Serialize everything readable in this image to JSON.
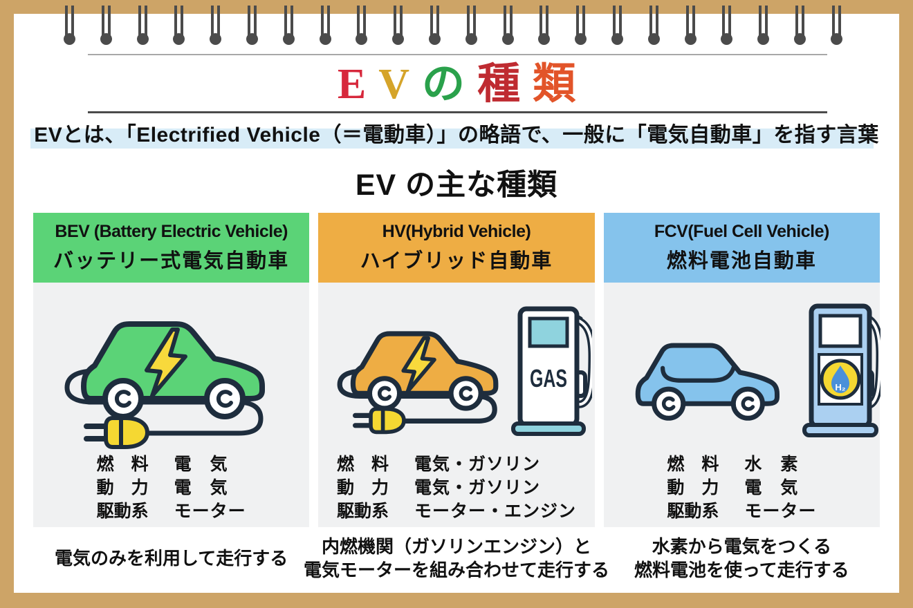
{
  "title": {
    "chars": [
      {
        "text": "E",
        "color": "#d7283c"
      },
      {
        "text": "V",
        "color": "#d5a42a"
      },
      {
        "text": "の",
        "color": "#2aa14b"
      },
      {
        "text": "種",
        "color": "#bf2b31"
      },
      {
        "text": "類",
        "color": "#e25429"
      }
    ]
  },
  "subtitle": {
    "text": "EVとは、「Electrified Vehicle（＝電動車）」の略語で、一般に「電気自動車」を指す言葉",
    "highlight_color": "#d8ecf7"
  },
  "heading": "EV の主な種類",
  "columns": [
    {
      "key": "bev",
      "name_en": "BEV (Battery Electric Vehicle)",
      "name_ja": "バッテリー式電気自動車",
      "color": "#5bd377",
      "illustration": "green-electric-car-with-charging-plug",
      "specs": [
        {
          "label": "燃　料",
          "value": "電　気"
        },
        {
          "label": "動　力",
          "value": "電　気"
        },
        {
          "label": "駆動系",
          "value": "モーター"
        }
      ],
      "description_lines": [
        "電気のみを利用して走行する"
      ]
    },
    {
      "key": "hv",
      "name_en": "HV(Hybrid Vehicle)",
      "name_ja": "ハイブリッド自動車",
      "color": "#eead44",
      "illustration": "orange-hybrid-car-with-plug-and-gas-pump",
      "pump_label": "GAS",
      "specs": [
        {
          "label": "燃　料",
          "value": "電気・ガソリン"
        },
        {
          "label": "動　力",
          "value": "電気・ガソリン"
        },
        {
          "label": "駆動系",
          "value": "モーター・エンジン"
        }
      ],
      "description_lines": [
        "内燃機関（ガソリンエンジン）と",
        "電気モーターを組み合わせて走行する"
      ]
    },
    {
      "key": "fcv",
      "name_en": "FCV(Fuel Cell Vehicle)",
      "name_ja": "燃料電池自動車",
      "color": "#85c3ec",
      "illustration": "blue-fuel-cell-car-with-hydrogen-pump",
      "pump_label": "H₂",
      "specs": [
        {
          "label": "燃　料",
          "value": "水　素"
        },
        {
          "label": "動　力",
          "value": "電　気"
        },
        {
          "label": "駆動系",
          "value": "モーター"
        }
      ],
      "description_lines": [
        "水素から電気をつくる",
        "燃料電池を使って走行する"
      ]
    }
  ],
  "colors": {
    "notebook_border": "#cda467",
    "outline_navy": "#1e2d3d",
    "bolt_yellow": "#f8d93c",
    "plug_yellow": "#f5d832",
    "gas_teal": "#8fd3de",
    "hydrogen_pump_blue": "#abd0f1",
    "drop_blue": "#4a90d9",
    "body_gray": "#f0f1f2"
  }
}
